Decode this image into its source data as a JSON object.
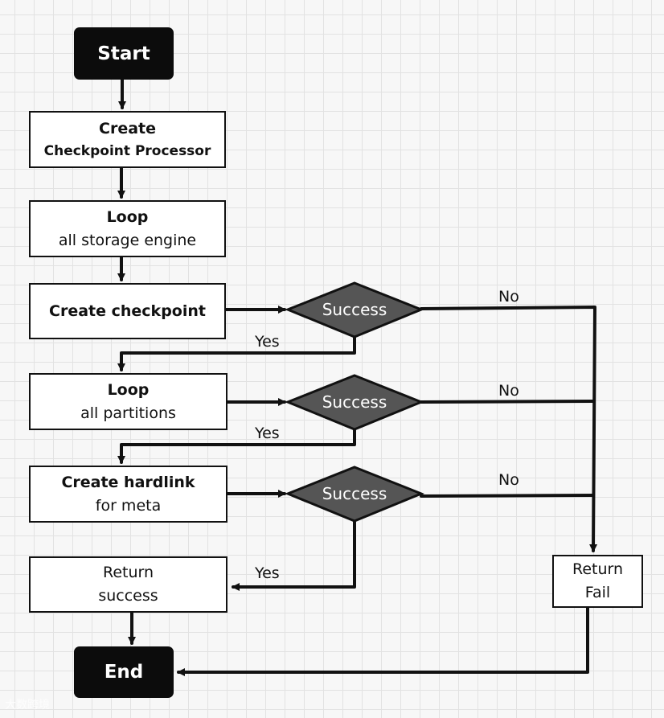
{
  "start": {
    "label": "Start"
  },
  "end": {
    "label": "End"
  },
  "steps": {
    "create_processor": {
      "line1": "Create",
      "line2": "Checkpoint Processor"
    },
    "loop_engines": {
      "line1": "Loop",
      "line2": "all storage engine"
    },
    "create_checkpoint": {
      "line1": "Create checkpoint"
    },
    "loop_partitions": {
      "line1": "Loop",
      "line2": "all partitions"
    },
    "create_hardlink": {
      "line1": "Create hardlink",
      "line2": "for meta"
    },
    "return_success": {
      "line1": "Return",
      "line2": "success"
    },
    "return_fail": {
      "line1": "Return",
      "line2": "Fail"
    }
  },
  "decisions": {
    "d1": {
      "label": "Success",
      "yes": "Yes",
      "no": "No"
    },
    "d2": {
      "label": "Success",
      "yes": "Yes",
      "no": "No"
    },
    "d3": {
      "label": "Success",
      "yes": "Yes",
      "no": "No"
    }
  },
  "colors": {
    "terminal_fill": "#0c0c0c",
    "decision_fill": "#555555",
    "stroke": "#111111",
    "process_fill": "#ffffff"
  },
  "watermark": {
    "text": "大数跨境"
  }
}
